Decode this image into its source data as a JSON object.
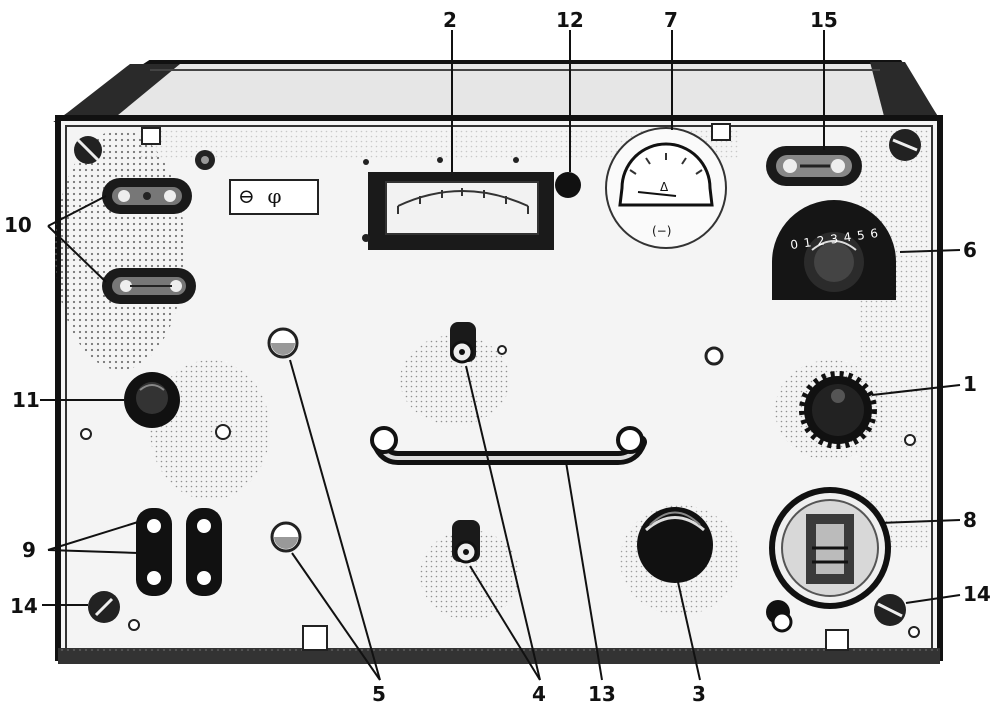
{
  "callouts": {
    "c1": "1",
    "c2": "2",
    "c3": "3",
    "c4": "4",
    "c5": "5",
    "c6": "6",
    "c7": "7",
    "c8": "8",
    "c9": "9",
    "c10": "10",
    "c11": "11",
    "c12": "12",
    "c13": "13",
    "c14_left": "14",
    "c14_right": "14",
    "c15": "15"
  },
  "panel": {
    "plate_symbols": "⊖  φ",
    "dial_scale": "0 1 2 3 4 5 6",
    "meter_symbol": "Δ",
    "meter_lower": "(−)"
  }
}
